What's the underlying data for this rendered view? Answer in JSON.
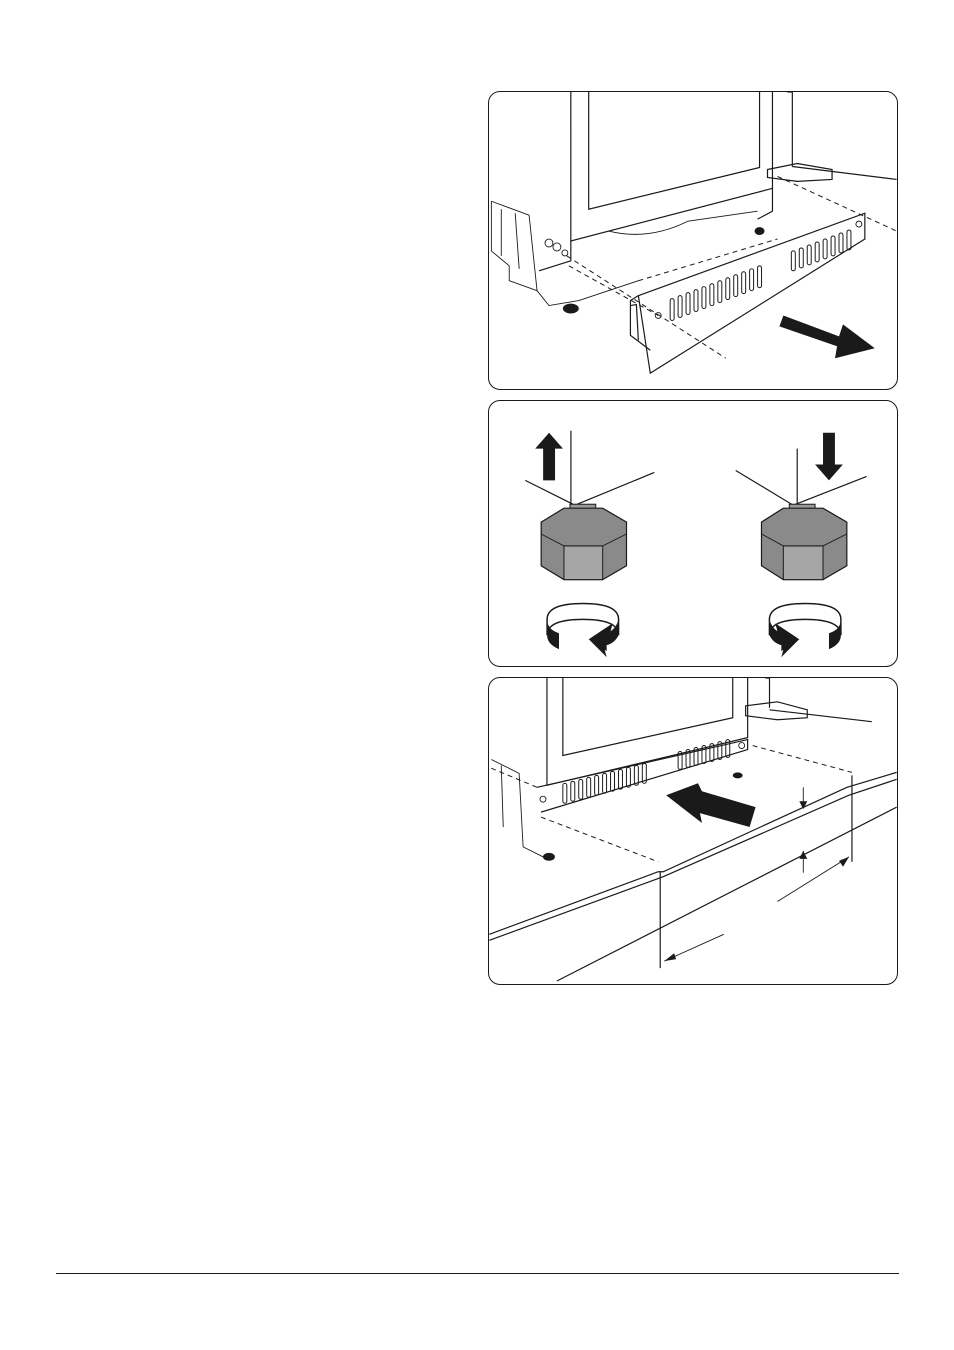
{
  "figures": [
    {
      "id": "remove-plinth",
      "icons": [
        "refrigerator-base",
        "plinth-panel",
        "arrow-right-down"
      ]
    },
    {
      "id": "adjust-feet",
      "icons": [
        "adjustable-foot-raise",
        "adjustable-foot-lower",
        "rotate-clockwise-arrow",
        "rotate-counterclockwise-arrow"
      ]
    },
    {
      "id": "refit-plinth",
      "icons": [
        "refrigerator-base",
        "plinth-fitted",
        "arrow-push-in",
        "dimension-arrows"
      ]
    }
  ]
}
